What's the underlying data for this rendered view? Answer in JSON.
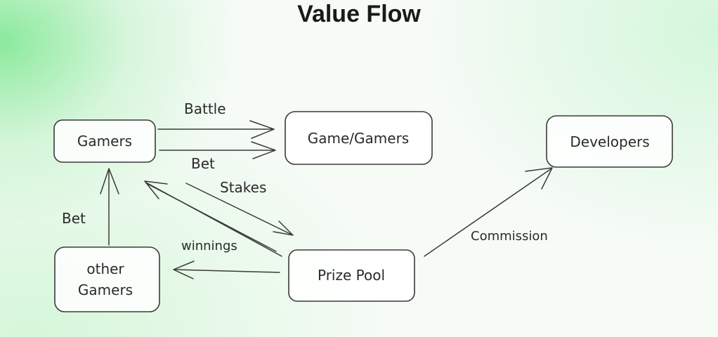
{
  "title": "Value Flow",
  "nodes": {
    "gamers": "Gamers",
    "game_gamers": "Game/Gamers",
    "developers": "Developers",
    "other_gamers_line1": "other",
    "other_gamers_line2": "Gamers",
    "prize_pool": "Prize Pool"
  },
  "edges": {
    "battle": "Battle",
    "bet_top": "Bet",
    "stakes": "Stakes",
    "bet_left": "Bet",
    "winnings": "winnings",
    "commission": "Commission"
  }
}
